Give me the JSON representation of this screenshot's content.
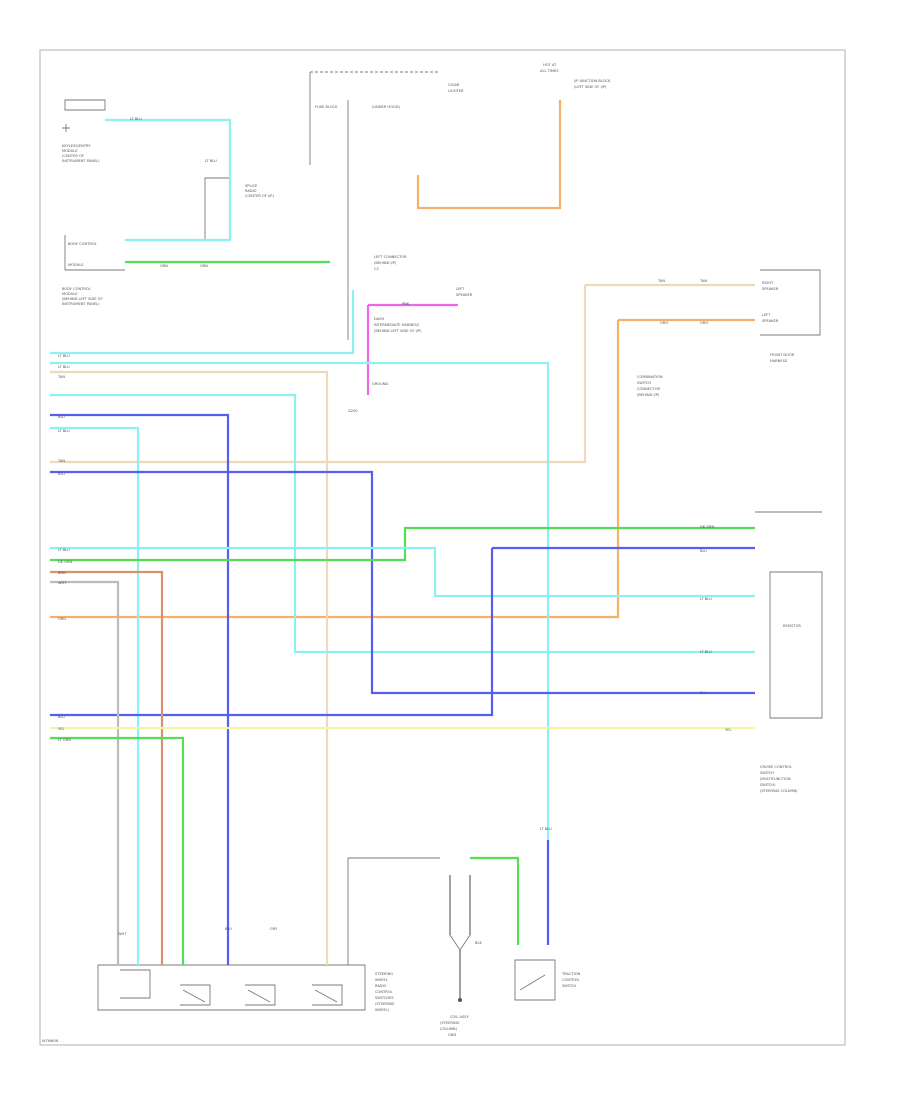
{
  "colors": {
    "ltblu": "#8ef1f1",
    "grn": "#55dd55",
    "pnk": "#ee66ee",
    "org": "#f7b068",
    "tan": "#eedaba",
    "blu": "#5560ee",
    "yel": "#f4f4a8",
    "brn": "#d8936e",
    "gry": "#bbbbbb",
    "frame": "#bdbdbd"
  },
  "labels": {
    "footer_code": "W7NN0N",
    "l_keyless_a": "KEYLESS/ENTRY",
    "l_keyless_b": "MODULE",
    "l_keyless_c": "(CENTER OF",
    "l_keyless_d": "INSTRUMENT PANEL)",
    "l_bcm_a": "BODY CONTROL",
    "l_bcm_b": "MODULE",
    "l_bcm_c": "(BEHIND LEFT SIDE OF",
    "l_bcm_d": "INSTRUMENT PANEL)",
    "l_splice": "SPLICE",
    "l_radio_a": "RADIO",
    "l_radio_b": "(CENTER OF I/P)",
    "l_hot_a": "HOT AT",
    "l_hot_b": "ALL TIMES",
    "l_fuse_a": "FUSE BLOCK",
    "l_fuse_b": "(UNDER HOOD)",
    "l_cigar_a": "CIGAR",
    "l_cigar_b": "LIGHTER",
    "l_ipjb_a": "I/P JUNCTION BLOCK",
    "l_ipjb_b": "(LEFT SIDE OF I/P)",
    "l_ltcon_a": "LEFT CONNECTOR",
    "l_ltcon_b": "(BEHIND I/P)",
    "l_ltcon_c": "C2",
    "l_dash_a": "DASH",
    "l_dash_b": "INTERMEDIATE HARNESS",
    "l_dash_c": "(BEHIND LEFT SIDE OF I/P)",
    "l_ground_a": "GROUND",
    "l_ground_b": "G200",
    "l_right_a": "RIGHT",
    "l_right_b": "SPEAKER",
    "l_left_a": "LEFT",
    "l_left_b": "SPEAKER",
    "l_front_a": "FRONT DOOR",
    "l_front_b": "HARNESS",
    "l_combo_a": "COMBINATION",
    "l_combo_b": "SWITCH",
    "l_combo_c": "CONNECTOR",
    "l_combo_d": "(BEHIND I/P)",
    "l_steer_a": "STEERING",
    "l_steer_b": "WHEEL",
    "l_steer_c": "RADIO",
    "l_steer_d": "CONTROL",
    "l_steer_e": "SWITCHES",
    "l_steer_f": "(STEERING",
    "l_steer_g": "WHEEL)",
    "l_tcs_a": "TRACTION",
    "l_tcs_b": "CONTROL",
    "l_tcs_c": "SWITCH",
    "l_coil_a": "COIL ASSY",
    "l_coil_b": "(STEERING",
    "l_coil_c": "COLUMN)",
    "l_cruise_a": "CRUISE CONTROL",
    "l_cruise_b": "SWITCH",
    "l_cruise_c": "(MULTIFUNCTION",
    "l_cruise_d": "SWITCH)",
    "l_cruise_e": "(STEERING COLUMN)",
    "l_resistor": "RESISTOR",
    "l_gnd": "GND"
  },
  "wire_labels": {
    "ltblu": "LT BLU",
    "grn": "GRN",
    "pnk": "PNK",
    "org": "ORG",
    "tan": "TAN",
    "blu": "BLU",
    "yel": "YEL",
    "brn": "BRN",
    "gry": "GRY",
    "dkgrn": "DK GRN",
    "ltgrn": "LT GRN",
    "wht": "WHT",
    "blk": "BLK"
  }
}
